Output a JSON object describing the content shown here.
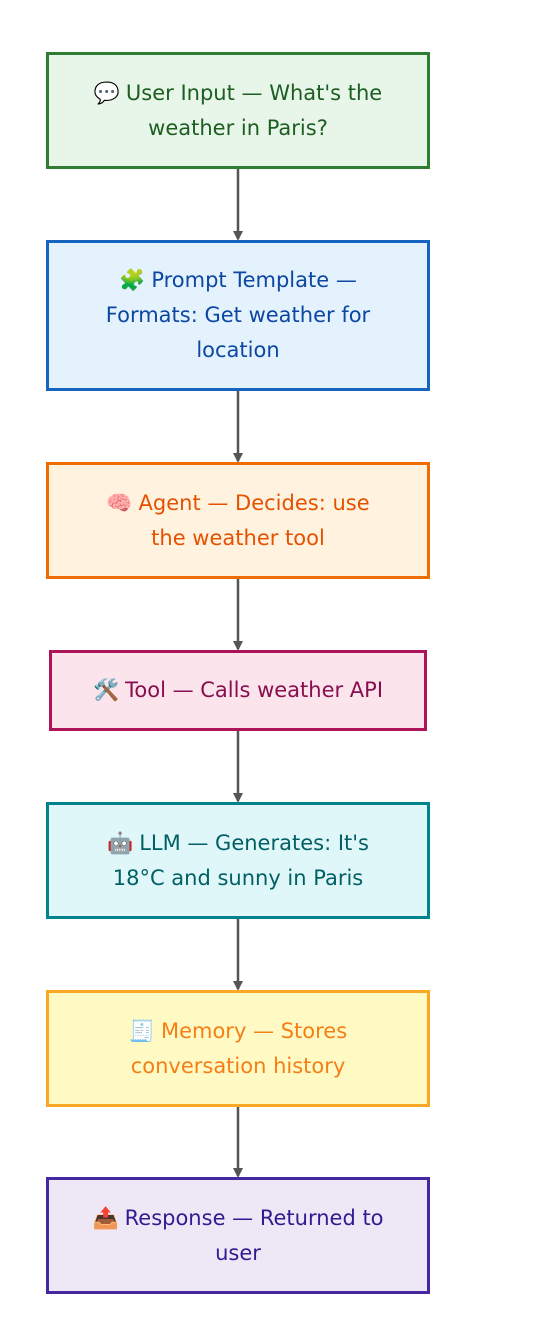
{
  "diagram": {
    "nodes": [
      {
        "icon": "💬",
        "icon_name": "speech-bubble-icon",
        "label": "User Input — What's the weather in Paris?",
        "fill": "#e8f5e9",
        "stroke": "#2e7d32",
        "text_color": "#1b5e20"
      },
      {
        "icon": "🧩",
        "icon_name": "puzzle-piece-icon",
        "label": "Prompt Template — Formats: Get weather for location",
        "fill": "#e3f2fd",
        "stroke": "#1565c0",
        "text_color": "#0d47a1"
      },
      {
        "icon": "🧠",
        "icon_name": "brain-icon",
        "label": "Agent — Decides: use the weather tool",
        "fill": "#fff3e0",
        "stroke": "#ef6c00",
        "text_color": "#e65100"
      },
      {
        "icon": "🛠️",
        "icon_name": "tools-icon",
        "label": "Tool — Calls weather API",
        "fill": "#fce4ec",
        "stroke": "#ad1457",
        "text_color": "#880e4f"
      },
      {
        "icon": "🤖",
        "icon_name": "robot-icon",
        "label": "LLM — Generates: It's 18°C and sunny in Paris",
        "fill": "#e0f7fa",
        "stroke": "#00838f",
        "text_color": "#006064"
      },
      {
        "icon": "🧾",
        "icon_name": "receipt-icon",
        "label": "Memory — Stores conversation history",
        "fill": "#fff9c4",
        "stroke": "#f9a825",
        "text_color": "#f57f17"
      },
      {
        "icon": "📤",
        "icon_name": "outbox-tray-icon",
        "label": "Response — Returned to user",
        "fill": "#ede7f6",
        "stroke": "#4527a0",
        "text_color": "#311b92"
      }
    ],
    "edges": [
      {
        "from": 0,
        "to": 1
      },
      {
        "from": 1,
        "to": 2
      },
      {
        "from": 2,
        "to": 3
      },
      {
        "from": 3,
        "to": 4
      },
      {
        "from": 4,
        "to": 5
      },
      {
        "from": 5,
        "to": 6
      }
    ],
    "edge_color": "#555555"
  }
}
